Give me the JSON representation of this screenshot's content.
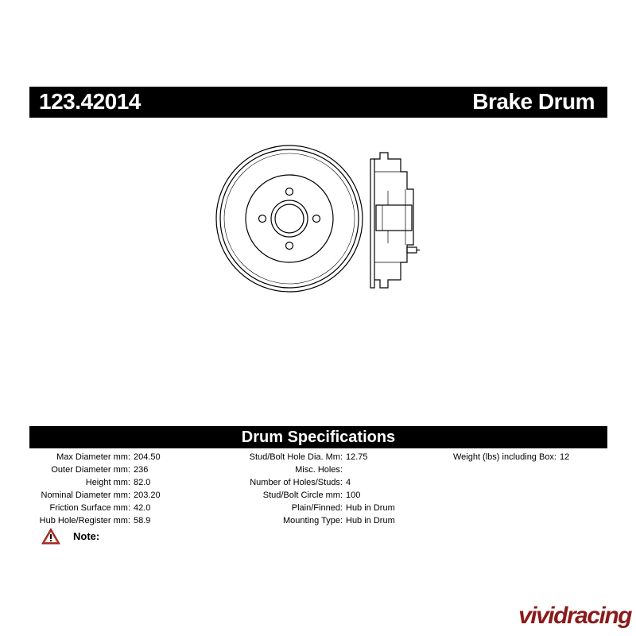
{
  "header": {
    "part_number": "123.42014",
    "product_type": "Brake Drum"
  },
  "specs": {
    "title": "Drum Specifications",
    "column1": [
      {
        "label": "Max Diameter mm:",
        "value": "204.50"
      },
      {
        "label": "Outer Diameter mm:",
        "value": "236"
      },
      {
        "label": "Height mm:",
        "value": "82.0"
      },
      {
        "label": "Nominal Diameter mm:",
        "value": "203.20"
      },
      {
        "label": "Friction Surface mm:",
        "value": "42.0"
      },
      {
        "label": "Hub Hole/Register mm:",
        "value": "58.9"
      }
    ],
    "column2": [
      {
        "label": "Stud/Bolt Hole Dia. Mm:",
        "value": "12.75"
      },
      {
        "label": "Misc. Holes:",
        "value": ""
      },
      {
        "label": "Number of Holes/Studs:",
        "value": "4"
      },
      {
        "label": "Stud/Bolt Circle mm:",
        "value": "100"
      },
      {
        "label": "Plain/Finned:",
        "value": "Hub in Drum"
      },
      {
        "label": "Mounting Type:",
        "value": "Hub in Drum"
      }
    ],
    "column3": [
      {
        "label": "Weight (lbs) including Box:",
        "value": "12"
      }
    ]
  },
  "note": {
    "label": "Note:",
    "icon": "warning-icon"
  },
  "watermark": {
    "text": "vividracing"
  }
}
